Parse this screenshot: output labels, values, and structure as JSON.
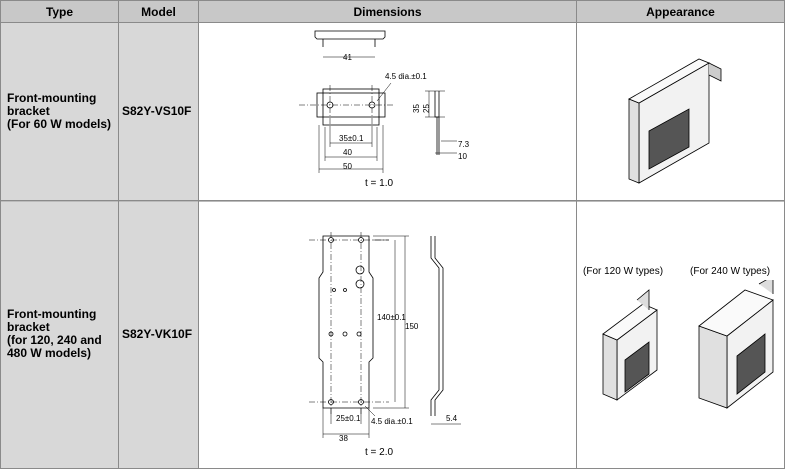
{
  "table": {
    "headers": [
      "Type",
      "Model",
      "Dimensions",
      "Appearance"
    ],
    "rows": [
      {
        "type_lines": [
          "Front-mounting",
          "bracket",
          "(For 60 W models)"
        ],
        "model": "S82Y-VS10F",
        "dims": {
          "d41": "41",
          "hole": "4.5 dia.±0.1",
          "d35": "35",
          "d25": "25",
          "d35tol": "35±0.1",
          "d40": "40",
          "d50": "50",
          "d7_3": "7.3",
          "d10": "10",
          "thickness": "t = 1.0"
        }
      },
      {
        "type_lines": [
          "Front-mounting",
          "bracket",
          "(for 120, 240 and",
          "480 W models)"
        ],
        "model": "S82Y-VK10F",
        "dims": {
          "d140": "140±0.1",
          "d150": "150",
          "d25": "25±0.1",
          "hole": "4.5 dia.±0.1",
          "d5_4": "5.4",
          "d38": "38",
          "thickness": "t = 2.0"
        },
        "appearance_captions": [
          "(For 120 W types)",
          "(For 240 W types)"
        ]
      }
    ]
  }
}
